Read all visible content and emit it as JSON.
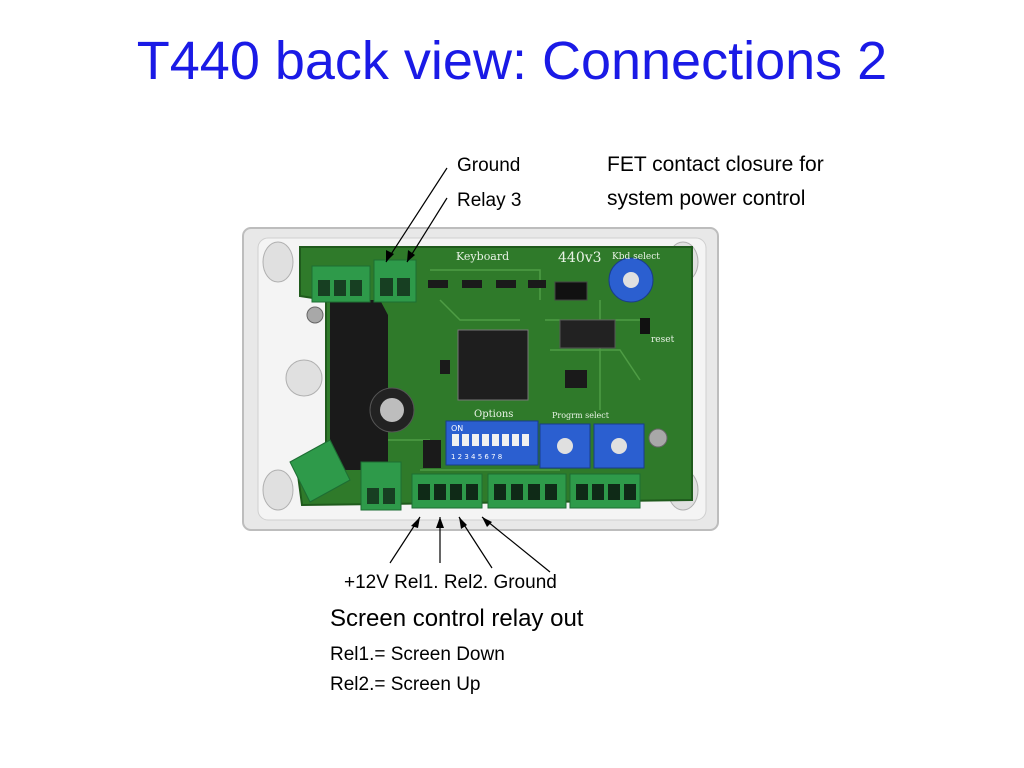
{
  "slide": {
    "title": "T440 back view: Connections 2"
  },
  "labels": {
    "ground_top": "Ground",
    "relay3": "Relay 3",
    "fet_line1": "FET contact closure for",
    "fet_line2": "system power control",
    "bottom_pins": "+12V Rel1. Rel2. Ground",
    "screen_heading": "Screen control relay out",
    "rel1_desc": "Rel1.= Screen Down",
    "rel2_desc": "Rel2.= Screen Up"
  },
  "board": {
    "keyboard": "Keyboard",
    "model": "440v3",
    "kbd_select": "Kbd select",
    "reset": "reset",
    "options": "Options",
    "progrm_select": "Progrm select",
    "on": "ON",
    "dip_numbers": "1 2 3 4 5 6 7 8"
  },
  "colors": {
    "title": "#1a1ae6",
    "pcb": "#2f7a2a",
    "terminal": "#2e9a4a",
    "enclosure": "#e6e6e6"
  }
}
